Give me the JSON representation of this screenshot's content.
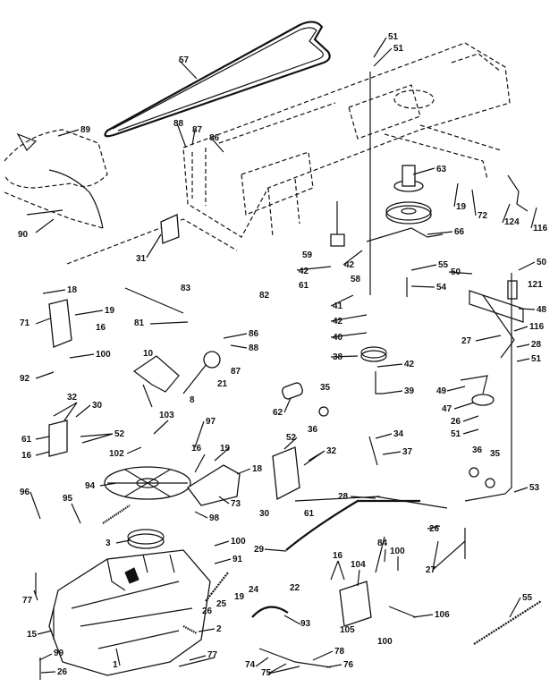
{
  "colors": {
    "ink": "#111111",
    "paper": "#ffffff"
  },
  "callouts": [
    {
      "id": "c57a",
      "text": "57"
    },
    {
      "id": "c89",
      "text": "89"
    },
    {
      "id": "c88",
      "text": "88"
    },
    {
      "id": "c87a",
      "text": "87"
    },
    {
      "id": "c86a",
      "text": "86"
    },
    {
      "id": "c90",
      "text": "90"
    },
    {
      "id": "c31",
      "text": "31"
    },
    {
      "id": "c51a",
      "text": "51"
    },
    {
      "id": "c51b",
      "text": "51"
    },
    {
      "id": "c63",
      "text": "63"
    },
    {
      "id": "c19a",
      "text": "19"
    },
    {
      "id": "c72",
      "text": "72"
    },
    {
      "id": "c124",
      "text": "124"
    },
    {
      "id": "c116a",
      "text": "116"
    },
    {
      "id": "c66",
      "text": "66"
    },
    {
      "id": "c59",
      "text": "59"
    },
    {
      "id": "c42a",
      "text": "42"
    },
    {
      "id": "c42b",
      "text": "42"
    },
    {
      "id": "c61a",
      "text": "61"
    },
    {
      "id": "c58",
      "text": "58"
    },
    {
      "id": "c55",
      "text": "55"
    },
    {
      "id": "c54",
      "text": "54"
    },
    {
      "id": "c50a",
      "text": "50"
    },
    {
      "id": "c50b",
      "text": "50"
    },
    {
      "id": "c121",
      "text": "121"
    },
    {
      "id": "c18a",
      "text": "18"
    },
    {
      "id": "c83a",
      "text": "83"
    },
    {
      "id": "c82a",
      "text": "82"
    },
    {
      "id": "c71",
      "text": "71"
    },
    {
      "id": "c19b",
      "text": "19"
    },
    {
      "id": "c16a",
      "text": "16"
    },
    {
      "id": "c100a",
      "text": "100"
    },
    {
      "id": "c92",
      "text": "92"
    },
    {
      "id": "c81",
      "text": "81"
    },
    {
      "id": "c86b",
      "text": "86"
    },
    {
      "id": "c88b",
      "text": "88"
    },
    {
      "id": "c87b",
      "text": "87"
    },
    {
      "id": "c10",
      "text": "10"
    },
    {
      "id": "c21",
      "text": "21"
    },
    {
      "id": "c8",
      "text": "8"
    },
    {
      "id": "c41",
      "text": "41"
    },
    {
      "id": "c42c",
      "text": "42"
    },
    {
      "id": "c40",
      "text": "40"
    },
    {
      "id": "c38",
      "text": "38"
    },
    {
      "id": "c42d",
      "text": "42"
    },
    {
      "id": "c39",
      "text": "39"
    },
    {
      "id": "c48",
      "text": "48"
    },
    {
      "id": "c27a",
      "text": "27"
    },
    {
      "id": "c116b",
      "text": "116"
    },
    {
      "id": "c28a",
      "text": "28"
    },
    {
      "id": "c51c",
      "text": "51"
    },
    {
      "id": "c49",
      "text": "49"
    },
    {
      "id": "c47",
      "text": "47"
    },
    {
      "id": "c26a",
      "text": "26"
    },
    {
      "id": "c51d",
      "text": "51"
    },
    {
      "id": "c32a",
      "text": "32"
    },
    {
      "id": "c30a",
      "text": "30"
    },
    {
      "id": "c52a",
      "text": "52"
    },
    {
      "id": "c61b",
      "text": "61"
    },
    {
      "id": "c16b",
      "text": "16"
    },
    {
      "id": "c103",
      "text": "103"
    },
    {
      "id": "c97",
      "text": "97"
    },
    {
      "id": "c102",
      "text": "102"
    },
    {
      "id": "c16c",
      "text": "16"
    },
    {
      "id": "c19c",
      "text": "19"
    },
    {
      "id": "c18b",
      "text": "18"
    },
    {
      "id": "c94",
      "text": "94"
    },
    {
      "id": "c73",
      "text": "73"
    },
    {
      "id": "c98a",
      "text": "98"
    },
    {
      "id": "c62",
      "text": "62"
    },
    {
      "id": "c35a",
      "text": "35"
    },
    {
      "id": "c36a",
      "text": "36"
    },
    {
      "id": "c34",
      "text": "34"
    },
    {
      "id": "c37",
      "text": "37"
    },
    {
      "id": "c52b",
      "text": "52"
    },
    {
      "id": "c32b",
      "text": "32"
    },
    {
      "id": "c30b",
      "text": "30"
    },
    {
      "id": "c61c",
      "text": "61"
    },
    {
      "id": "c36b",
      "text": "36"
    },
    {
      "id": "c35b",
      "text": "35"
    },
    {
      "id": "c53",
      "text": "53"
    },
    {
      "id": "c96",
      "text": "96"
    },
    {
      "id": "c95",
      "text": "95"
    },
    {
      "id": "c3",
      "text": "3"
    },
    {
      "id": "c100b",
      "text": "100"
    },
    {
      "id": "c91",
      "text": "91"
    },
    {
      "id": "c29",
      "text": "29"
    },
    {
      "id": "c28b",
      "text": "28"
    },
    {
      "id": "c26b",
      "text": "26"
    },
    {
      "id": "c27b",
      "text": "27"
    },
    {
      "id": "c25",
      "text": "25"
    },
    {
      "id": "c19d",
      "text": "19"
    },
    {
      "id": "c24",
      "text": "24"
    },
    {
      "id": "c26c",
      "text": "26"
    },
    {
      "id": "c22",
      "text": "22"
    },
    {
      "id": "c16d",
      "text": "16"
    },
    {
      "id": "c104",
      "text": "104"
    },
    {
      "id": "c84",
      "text": "84"
    },
    {
      "id": "c100c",
      "text": "100"
    },
    {
      "id": "c55b",
      "text": "55"
    },
    {
      "id": "c77a",
      "text": "77"
    },
    {
      "id": "c15",
      "text": "15"
    },
    {
      "id": "c2",
      "text": "2"
    },
    {
      "id": "c93",
      "text": "93"
    },
    {
      "id": "c105",
      "text": "105"
    },
    {
      "id": "c106",
      "text": "106"
    },
    {
      "id": "c100d",
      "text": "100"
    },
    {
      "id": "c99",
      "text": "99"
    },
    {
      "id": "c1",
      "text": "1"
    },
    {
      "id": "c77b",
      "text": "77"
    },
    {
      "id": "c78",
      "text": "78"
    },
    {
      "id": "c74",
      "text": "74"
    },
    {
      "id": "c75",
      "text": "75"
    },
    {
      "id": "c76",
      "text": "76"
    },
    {
      "id": "c26d",
      "text": "26"
    }
  ]
}
